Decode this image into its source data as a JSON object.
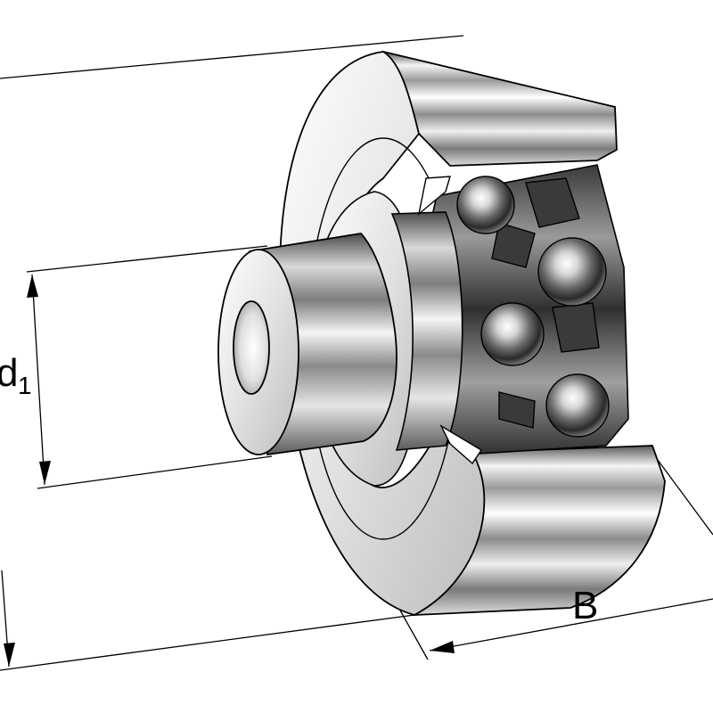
{
  "labels": {
    "inner_diameter_main": "d",
    "inner_diameter_sub": "1",
    "width": "B"
  },
  "colors": {
    "line": "#000000",
    "metal_light": "#f2f2f2",
    "metal_mid": "#c8c8c8",
    "metal_dark": "#6e6e6e",
    "metal_black": "#222222",
    "background": "#ffffff"
  }
}
